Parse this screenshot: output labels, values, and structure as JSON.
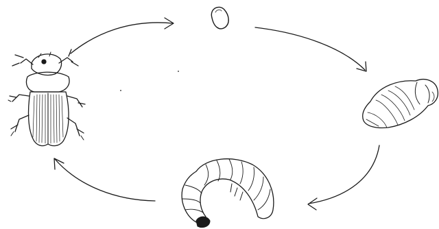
{
  "diagram": {
    "type": "life-cycle",
    "stages": [
      {
        "id": "adult",
        "icon": "beetle-icon"
      },
      {
        "id": "egg",
        "icon": "egg-icon"
      },
      {
        "id": "pupa",
        "icon": "pupa-icon"
      },
      {
        "id": "larva",
        "icon": "grub-icon"
      }
    ],
    "arrows": [
      {
        "from": "adult",
        "to": "egg"
      },
      {
        "from": "egg",
        "to": "pupa"
      },
      {
        "from": "pupa",
        "to": "larva"
      },
      {
        "from": "larva",
        "to": "adult"
      }
    ],
    "colors": {
      "ink": "#1a1a1a",
      "paper": "#ffffff"
    }
  }
}
